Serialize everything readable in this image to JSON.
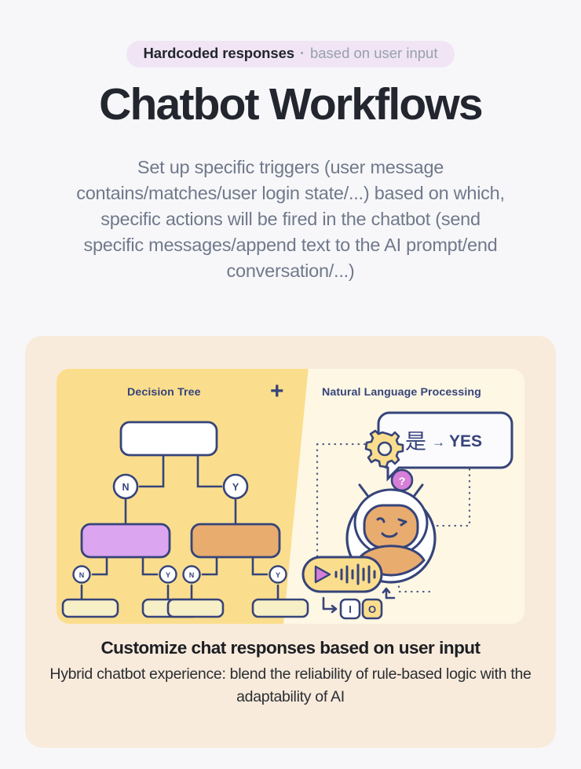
{
  "header": {
    "badge": {
      "primary": "Hardcoded responses",
      "separator": "·",
      "secondary": "based on user input",
      "background_color": "#F0E4F5"
    },
    "title": "Chatbot Workflows",
    "description": "Set up specific triggers (user message contains/matches/user login state/...) based on which, specific actions will be fired in the chatbot (send specific messages/append text to the AI prompt/end conversation/...)"
  },
  "illustration": {
    "left_panel": {
      "label": "Decision Tree",
      "background_color": "#FBDE8D",
      "root_node": {
        "fill": "#FFFFFF",
        "stroke": "#36447A"
      },
      "branch_labels": [
        "N",
        "Y"
      ],
      "leaf_branch_labels": [
        "N",
        "Y",
        "N",
        "Y"
      ],
      "mid_nodes": [
        {
          "fill": "#DCA5EF"
        },
        {
          "fill": "#E8AC6F"
        }
      ],
      "leaf_nodes_fill": "#F7EFC6"
    },
    "plus_sign": "+",
    "right_panel": {
      "label": "Natural Language Processing",
      "background_color": "#FDF7E4",
      "speech_bubble": {
        "source_text": "是",
        "arrow": "→",
        "result_text": "YES",
        "fill": "#FBFAFD",
        "stroke": "#36447A"
      },
      "gear_icon": {
        "name": "gear-icon",
        "fill": "#FBDE8D"
      },
      "question_badge": {
        "name": "question-badge",
        "text": "?",
        "fill": "#D77FD8"
      },
      "robot": {
        "name": "robot-avatar",
        "helmet_fill": "#FFFFFF",
        "face_fill": "#E8AC6F",
        "body_fill": "#E8AC6F",
        "stroke": "#36447A"
      },
      "audio_pill": {
        "name": "audio-waveform-pill",
        "fill": "#FBDE8D",
        "play_fill": "#D77FD8"
      },
      "io_keys": [
        "I",
        "O"
      ]
    }
  },
  "caption": {
    "title": "Customize chat responses based on user input",
    "subtitle": "Hybrid chatbot experience: blend the reliability of rule-based logic with the adaptability of AI"
  },
  "theme": {
    "page_background": "#F7F7FA",
    "card_background": "#F8EBDB",
    "navy": "#36447A",
    "text_primary": "#23262E",
    "text_muted": "#70798A"
  }
}
